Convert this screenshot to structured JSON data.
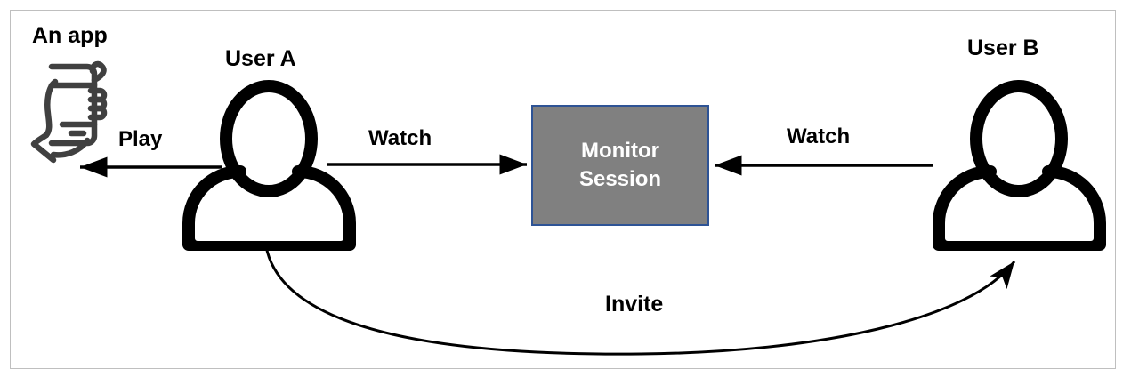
{
  "diagram": {
    "title_label": "An app",
    "nodes": [
      {
        "id": "app",
        "name": "app-device-icon",
        "label": "An app",
        "icon": "hand-holding-phone-icon"
      },
      {
        "id": "user_a",
        "name": "user-a",
        "label": "User A",
        "icon": "person-icon"
      },
      {
        "id": "monitor",
        "name": "monitor-session-box",
        "label_line1": "Monitor",
        "label_line2": "Session"
      },
      {
        "id": "user_b",
        "name": "user-b",
        "label": "User B",
        "icon": "person-icon"
      }
    ],
    "edges": [
      {
        "id": "play",
        "label": "Play",
        "from": "user_a",
        "to": "app",
        "direction": "left",
        "style": "straight"
      },
      {
        "id": "watch_left",
        "label": "Watch",
        "from": "user_a",
        "to": "monitor",
        "direction": "right",
        "style": "straight"
      },
      {
        "id": "watch_right",
        "label": "Watch",
        "from": "user_b",
        "to": "monitor",
        "direction": "left",
        "style": "straight"
      },
      {
        "id": "invite",
        "label": "Invite",
        "from": "user_a",
        "to": "user_b",
        "direction": "right",
        "style": "curved"
      }
    ],
    "colors": {
      "frame_border": "#bfbfbf",
      "background": "#ffffff",
      "box_fill": "#808080",
      "box_border": "#2e5395",
      "box_text": "#ffffff",
      "stroke": "#000000",
      "icon_stroke": "#404040"
    }
  }
}
